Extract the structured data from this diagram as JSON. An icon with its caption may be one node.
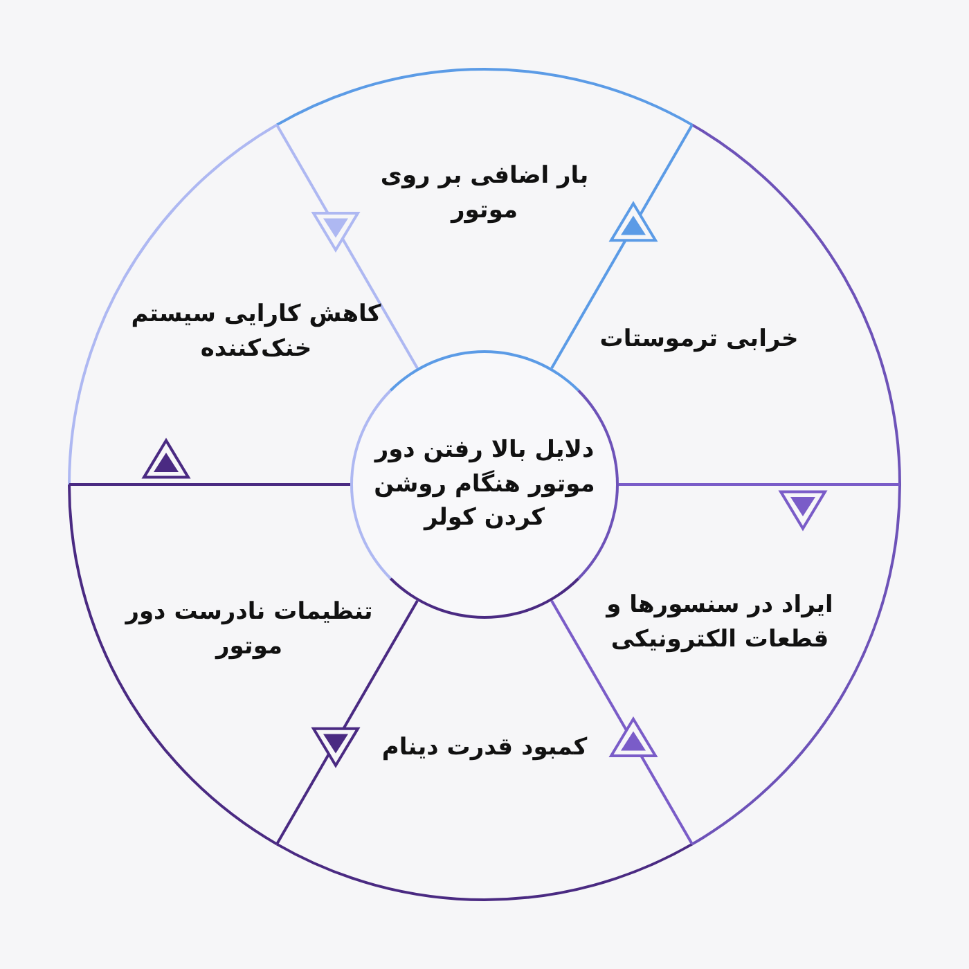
{
  "diagram": {
    "nodes": [
      {
        "text": [
          "دلایل بالا رفتن دور موتور هنگام روشن کردن کولر"
        ]
      },
      {
        "text": [
          "بار اضافی بر روی موتور"
        ]
      },
      {
        "text": [
          "خرابی ترموستات"
        ]
      },
      {
        "text": [
          "ایراد در سنسورها و قطعات الکترونیکی"
        ]
      },
      {
        "text": [
          "کمبود قدرت دینام"
        ]
      },
      {
        "text": [
          "تنظیمات نادرست دور موتور"
        ]
      },
      {
        "text": [
          "کاهش کارایی سیستم خنک‌کننده"
        ]
      }
    ]
  }
}
